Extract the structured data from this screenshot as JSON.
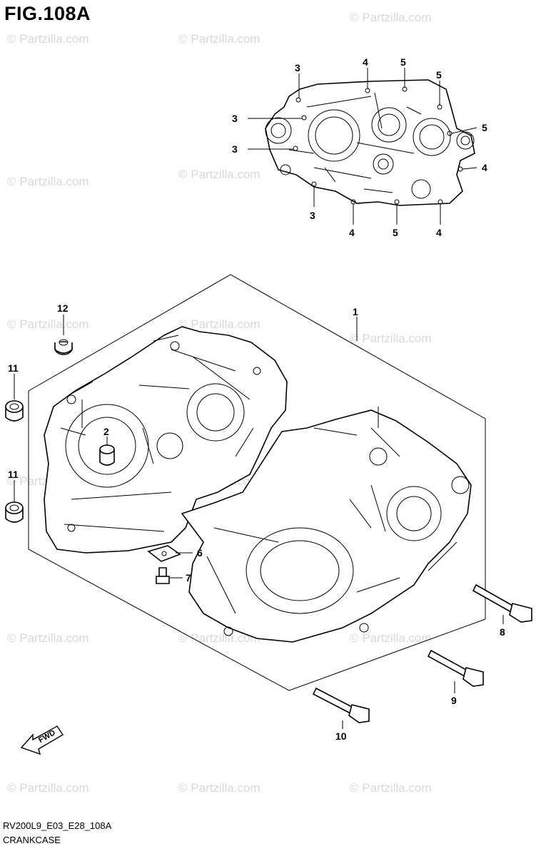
{
  "figure": {
    "title": "FIG.108A",
    "code": "RV200L9_E03_E28_108A",
    "name": "CRANKCASE"
  },
  "watermark": {
    "text": "© Partzilla.com",
    "color": "#d9d9d9"
  },
  "fwd_label": "FWD",
  "callouts": {
    "top_3a": "3",
    "top_4a": "4",
    "top_5a": "5",
    "top_5b": "5",
    "top_3b": "3",
    "top_5c": "5",
    "top_3c": "3",
    "top_4b": "4",
    "top_3d": "3",
    "top_4c": "4",
    "top_5d": "5",
    "top_4d": "4",
    "p1": "1",
    "p12": "12",
    "p11a": "11",
    "p2": "2",
    "p11b": "11",
    "p6": "6",
    "p7": "7",
    "p8": "8",
    "p9": "9",
    "p10": "10"
  }
}
